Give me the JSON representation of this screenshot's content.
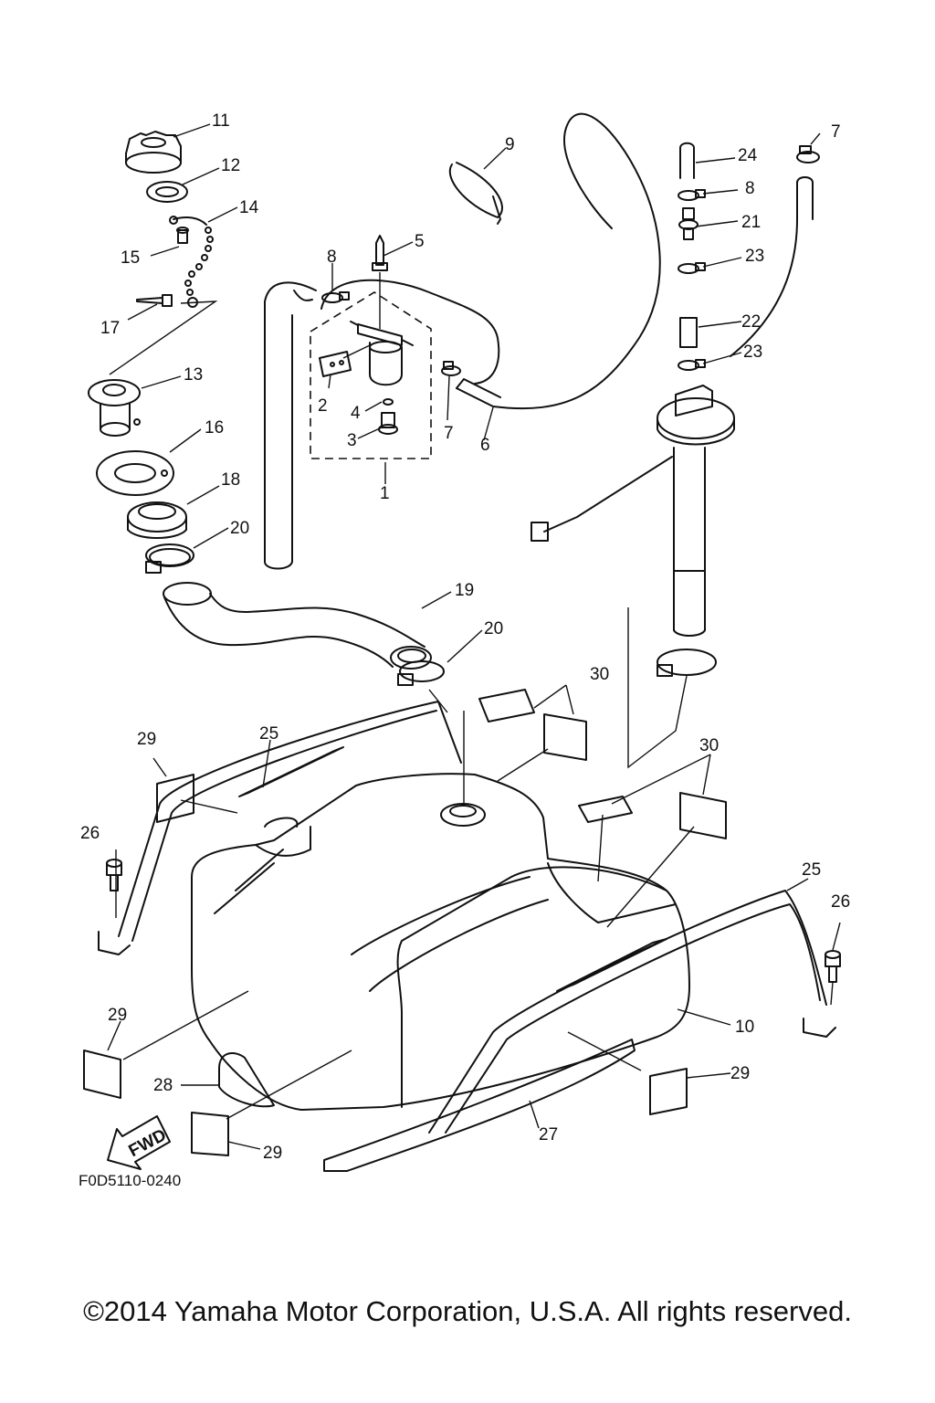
{
  "diagram": {
    "callouts": [
      "1",
      "2",
      "3",
      "4",
      "5",
      "6",
      "7",
      "7",
      "8",
      "8",
      "9",
      "10",
      "11",
      "12",
      "13",
      "14",
      "15",
      "16",
      "17",
      "18",
      "19",
      "20",
      "20",
      "21",
      "22",
      "23",
      "23",
      "24",
      "25",
      "25",
      "26",
      "26",
      "27",
      "28",
      "29",
      "29",
      "29",
      "29",
      "30",
      "30"
    ],
    "fwd_label": "FWD",
    "drawing_code": "F0D5110-0240"
  },
  "footer": {
    "copyright": "©2014 Yamaha Motor Corporation, U.S.A. All rights reserved."
  }
}
